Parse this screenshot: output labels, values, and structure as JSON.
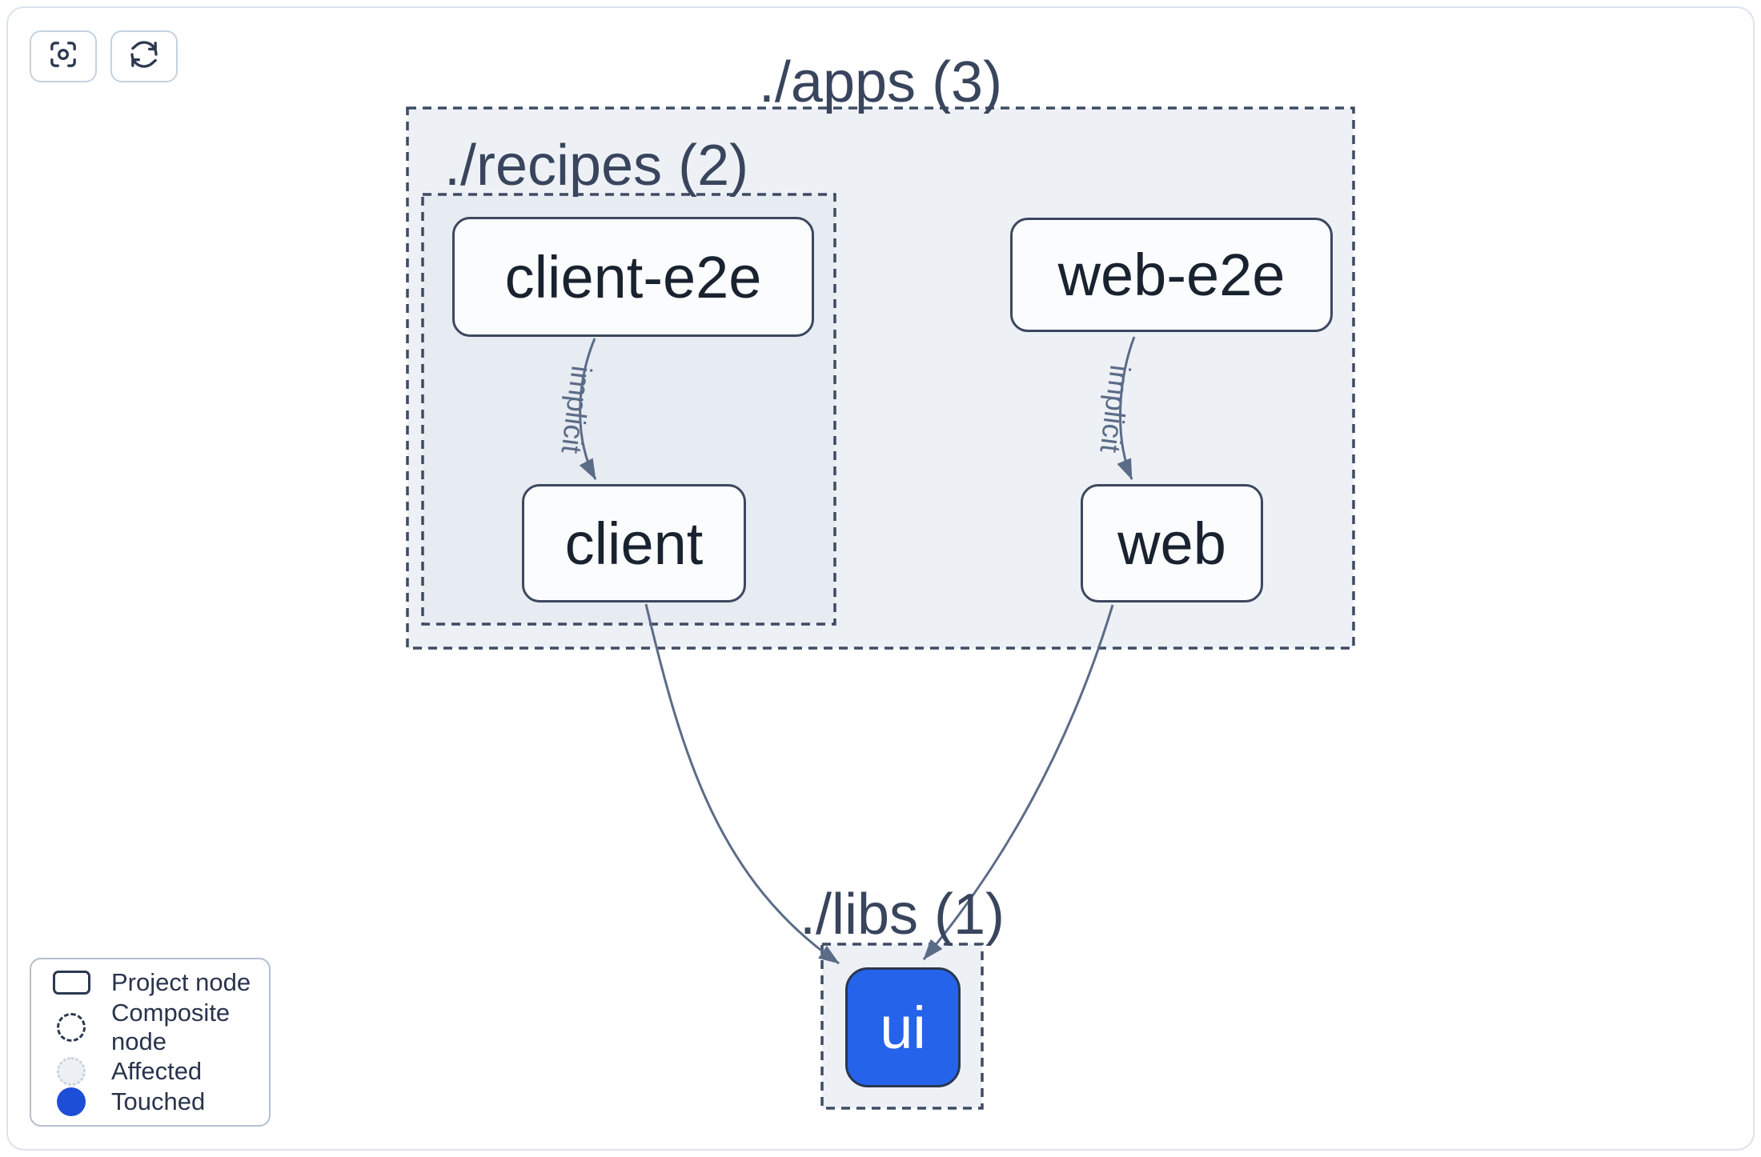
{
  "toolbar": {
    "buttons": [
      {
        "name": "zoom-to-fit",
        "icon": "focus-icon"
      },
      {
        "name": "refresh",
        "icon": "refresh-icon"
      }
    ]
  },
  "graph": {
    "containers": [
      {
        "id": "apps",
        "label": "./apps (3)"
      },
      {
        "id": "recipes",
        "label": "./recipes (2)"
      },
      {
        "id": "libs",
        "label": "./libs (1)"
      }
    ],
    "nodes": [
      {
        "id": "client-e2e",
        "label": "client-e2e",
        "container": "recipes",
        "state": "default"
      },
      {
        "id": "web-e2e",
        "label": "web-e2e",
        "container": "apps",
        "state": "default"
      },
      {
        "id": "client",
        "label": "client",
        "container": "recipes",
        "state": "default"
      },
      {
        "id": "web",
        "label": "web",
        "container": "apps",
        "state": "default"
      },
      {
        "id": "ui",
        "label": "ui",
        "container": "libs",
        "state": "touched"
      }
    ],
    "edges": [
      {
        "from": "client-e2e",
        "to": "client",
        "label": "implicit"
      },
      {
        "from": "web-e2e",
        "to": "web",
        "label": "implicit"
      },
      {
        "from": "client",
        "to": "ui",
        "label": ""
      },
      {
        "from": "web",
        "to": "ui",
        "label": ""
      }
    ]
  },
  "legend": {
    "items": [
      {
        "icon": "project-node-icon",
        "label": "Project node"
      },
      {
        "icon": "composite-node-icon",
        "label": "Composite node"
      },
      {
        "icon": "affected-icon",
        "label": "Affected"
      },
      {
        "icon": "touched-icon",
        "label": "Touched"
      }
    ]
  },
  "colors": {
    "touched_node_fill": "#2563eb",
    "legend_touched_dot": "#1d4ed8",
    "container_fill": "#edf1f6",
    "dashed_border": "#3f4b63",
    "node_border": "#3c485f",
    "node_fill": "#fbfcfe",
    "edge": "#5b6c87",
    "container_label_text": "#39455d",
    "node_text": "#19222f"
  }
}
